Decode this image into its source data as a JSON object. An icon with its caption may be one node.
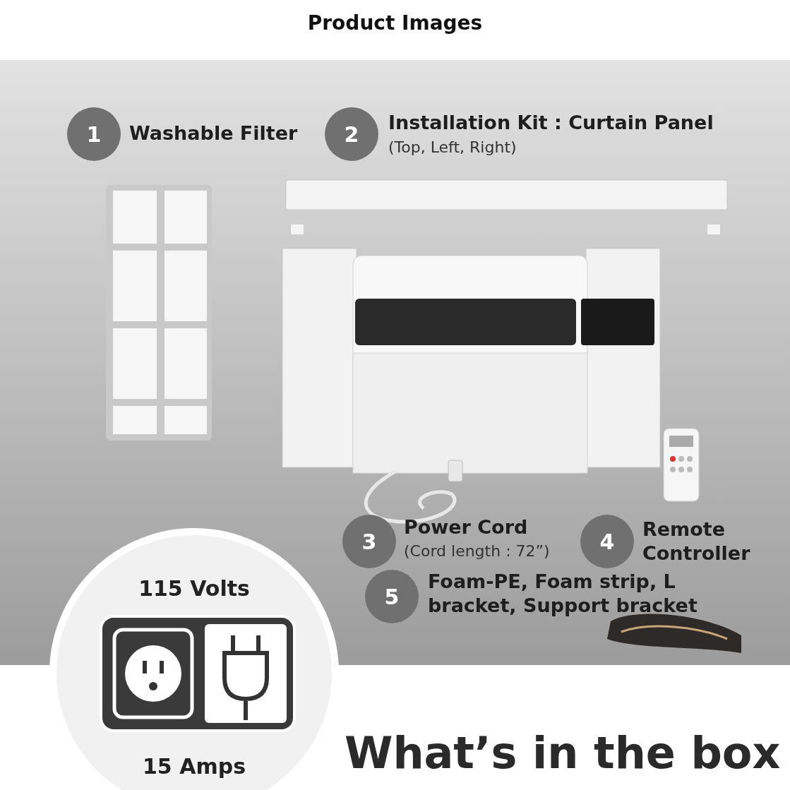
{
  "diagram": {
    "title": "Product Images",
    "nodes": [
      {
        "text": [
          "1"
        ],
        "beside": [
          "Washable Filter"
        ]
      },
      {
        "text": [
          "2"
        ],
        "beside": [
          "Installation Kit : Curtain Panel",
          "(Top, Left, Right)"
        ]
      },
      {
        "text": [
          "3"
        ],
        "beside": [
          "Power Cord",
          "(Cord length : 72”)"
        ]
      },
      {
        "text": [
          "4"
        ],
        "beside": [
          "Remote Controller"
        ]
      },
      {
        "text": [
          "5"
        ],
        "beside": [
          "Foam-PE, Foam strip, L bracket, Support bracket"
        ]
      },
      {
        "text": [
          "115 Volts",
          "15 Amps"
        ]
      }
    ],
    "labels": [
      "What’s in the box"
    ]
  }
}
